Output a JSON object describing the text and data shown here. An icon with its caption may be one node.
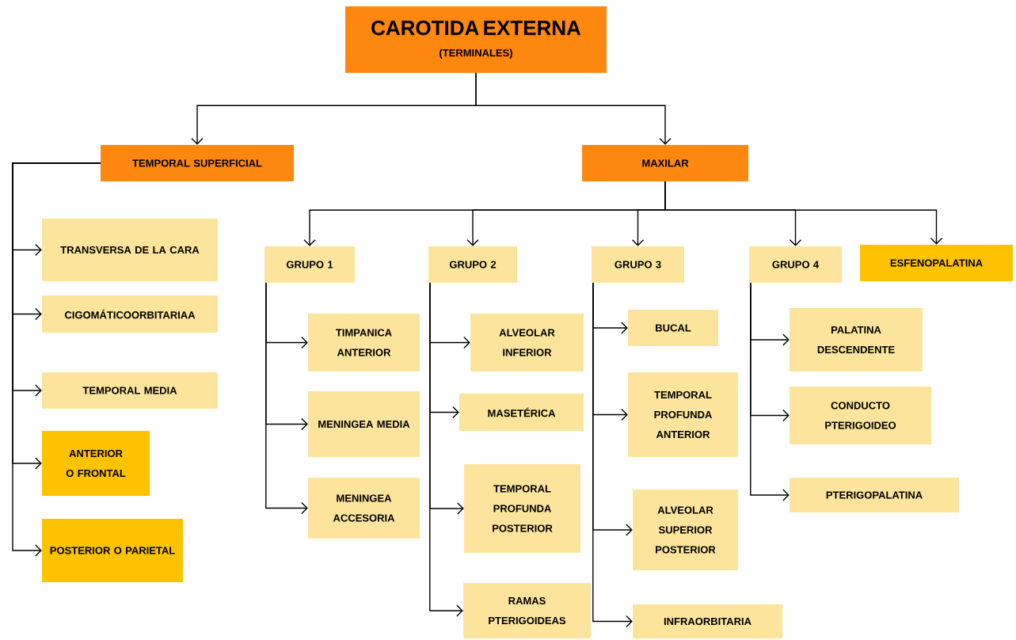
{
  "diagram": {
    "nodes": [
      {
        "text": [
          "CAROTIDA EXTERNA",
          "(TERMINALES)"
        ]
      },
      {
        "text": [
          "TEMPORAL SUPERFICIAL"
        ]
      },
      {
        "text": [
          "MAXILAR"
        ]
      },
      {
        "text": [
          "TRANSVERSA DE LA CARA"
        ]
      },
      {
        "text": [
          "CIGOMÁTICOORBITARIAA"
        ]
      },
      {
        "text": [
          "TEMPORAL MEDIA"
        ]
      },
      {
        "text": [
          "ANTERIOR O FRONTAL"
        ]
      },
      {
        "text": [
          "POSTERIOR O PARIETAL"
        ]
      },
      {
        "text": [
          "GRUPO 1"
        ]
      },
      {
        "text": [
          "GRUPO 2"
        ]
      },
      {
        "text": [
          "GRUPO 3"
        ]
      },
      {
        "text": [
          "GRUPO 4"
        ]
      },
      {
        "text": [
          "ESFENOPALATINA"
        ]
      },
      {
        "text": [
          "TIMPANICA ANTERIOR"
        ]
      },
      {
        "text": [
          "MENINGEA MEDIA"
        ]
      },
      {
        "text": [
          "MENINGEA ACCESORIA"
        ]
      },
      {
        "text": [
          "ALVEOLAR INFERIOR"
        ]
      },
      {
        "text": [
          "MASETÉRICA"
        ]
      },
      {
        "text": [
          "TEMPORAL PROFUNDA POSTERIOR"
        ]
      },
      {
        "text": [
          "RAMAS PTERIGOIDEAS"
        ]
      },
      {
        "text": [
          "BUCAL"
        ]
      },
      {
        "text": [
          "TEMPORAL PROFUNDA ANTERIOR"
        ]
      },
      {
        "text": [
          "ALVEOLAR SUPERIOR POSTERIOR"
        ]
      },
      {
        "text": [
          "INFRAORBITARIA"
        ]
      },
      {
        "text": [
          "PALATINA DESCENDENTE"
        ]
      },
      {
        "text": [
          "CONDUCTO PTERIGOIDEO"
        ]
      },
      {
        "text": [
          "PTERIGOPALATINA"
        ]
      }
    ],
    "edges": [
      {
        "from": 0,
        "to": 1,
        "arrow": "to"
      },
      {
        "from": 0,
        "to": 2,
        "arrow": "to"
      },
      {
        "from": 1,
        "to": 3,
        "arrow": "to"
      },
      {
        "from": 1,
        "to": 4,
        "arrow": "to"
      },
      {
        "from": 1,
        "to": 5,
        "arrow": "to"
      },
      {
        "from": 1,
        "to": 6,
        "arrow": "to"
      },
      {
        "from": 1,
        "to": 7,
        "arrow": "to"
      },
      {
        "from": 2,
        "to": 8,
        "arrow": "to"
      },
      {
        "from": 2,
        "to": 9,
        "arrow": "to"
      },
      {
        "from": 2,
        "to": 10,
        "arrow": "to"
      },
      {
        "from": 2,
        "to": 11,
        "arrow": "to"
      },
      {
        "from": 2,
        "to": 12,
        "arrow": "to"
      },
      {
        "from": 8,
        "to": 13,
        "arrow": "to"
      },
      {
        "from": 8,
        "to": 14,
        "arrow": "to"
      },
      {
        "from": 8,
        "to": 15,
        "arrow": "to"
      },
      {
        "from": 9,
        "to": 16,
        "arrow": "to"
      },
      {
        "from": 9,
        "to": 17,
        "arrow": "to"
      },
      {
        "from": 9,
        "to": 18,
        "arrow": "to"
      },
      {
        "from": 9,
        "to": 19,
        "arrow": "to"
      },
      {
        "from": 10,
        "to": 20,
        "arrow": "to"
      },
      {
        "from": 10,
        "to": 21,
        "arrow": "to"
      },
      {
        "from": 10,
        "to": 22,
        "arrow": "to"
      },
      {
        "from": 10,
        "to": 23,
        "arrow": "to"
      },
      {
        "from": 11,
        "to": 24,
        "arrow": "to"
      },
      {
        "from": 11,
        "to": 25,
        "arrow": "to"
      },
      {
        "from": 11,
        "to": 26,
        "arrow": "to"
      }
    ]
  }
}
